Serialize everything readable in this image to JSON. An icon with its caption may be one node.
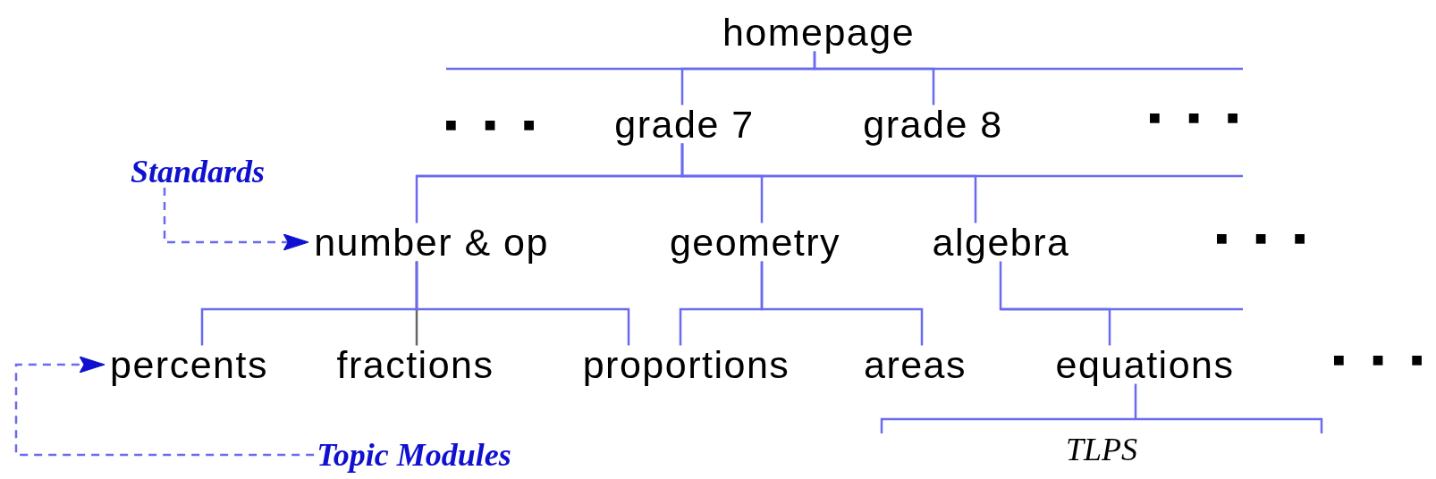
{
  "diagram": {
    "nodes": [
      {
        "text": [
          "homepage"
        ]
      },
      {
        "text": [
          "grade 7"
        ]
      },
      {
        "text": [
          "grade 8"
        ]
      },
      {
        "text": [
          "Standards"
        ]
      },
      {
        "text": [
          "number & op"
        ]
      },
      {
        "text": [
          "geometry"
        ]
      },
      {
        "text": [
          "algebra"
        ]
      },
      {
        "text": [
          "percents"
        ]
      },
      {
        "text": [
          "fractions"
        ]
      },
      {
        "text": [
          "proportions"
        ]
      },
      {
        "text": [
          "areas"
        ]
      },
      {
        "text": [
          "equations"
        ]
      },
      {
        "text": [
          "Topic Modules"
        ]
      },
      {
        "text": [
          "TLPS"
        ]
      }
    ],
    "edges": [
      {
        "from": 0,
        "to": 1,
        "arrow": "none"
      },
      {
        "from": 0,
        "to": 2,
        "arrow": "none"
      },
      {
        "from": 1,
        "to": 4,
        "arrow": "none"
      },
      {
        "from": 1,
        "to": 5,
        "arrow": "none"
      },
      {
        "from": 1,
        "to": 6,
        "arrow": "none"
      },
      {
        "from": 4,
        "to": 7,
        "arrow": "none"
      },
      {
        "from": 4,
        "to": 8,
        "arrow": "none",
        "color": "#666666"
      },
      {
        "from": 4,
        "to": 9,
        "arrow": "none"
      },
      {
        "from": 5,
        "to": 9,
        "arrow": "none"
      },
      {
        "from": 5,
        "to": 10,
        "arrow": "none"
      },
      {
        "from": 6,
        "to": 11,
        "arrow": "none"
      },
      {
        "from": 11,
        "to": 13,
        "arrow": "none"
      },
      {
        "from": 3,
        "to": 4,
        "arrow": "to",
        "style": "dashed"
      },
      {
        "from": 12,
        "to": 7,
        "arrow": "to",
        "style": "dashed"
      }
    ],
    "labels": [
      "■ ■ ■",
      "■ ■ ■",
      "■ ■ ■",
      "■ ■ ■"
    ]
  }
}
